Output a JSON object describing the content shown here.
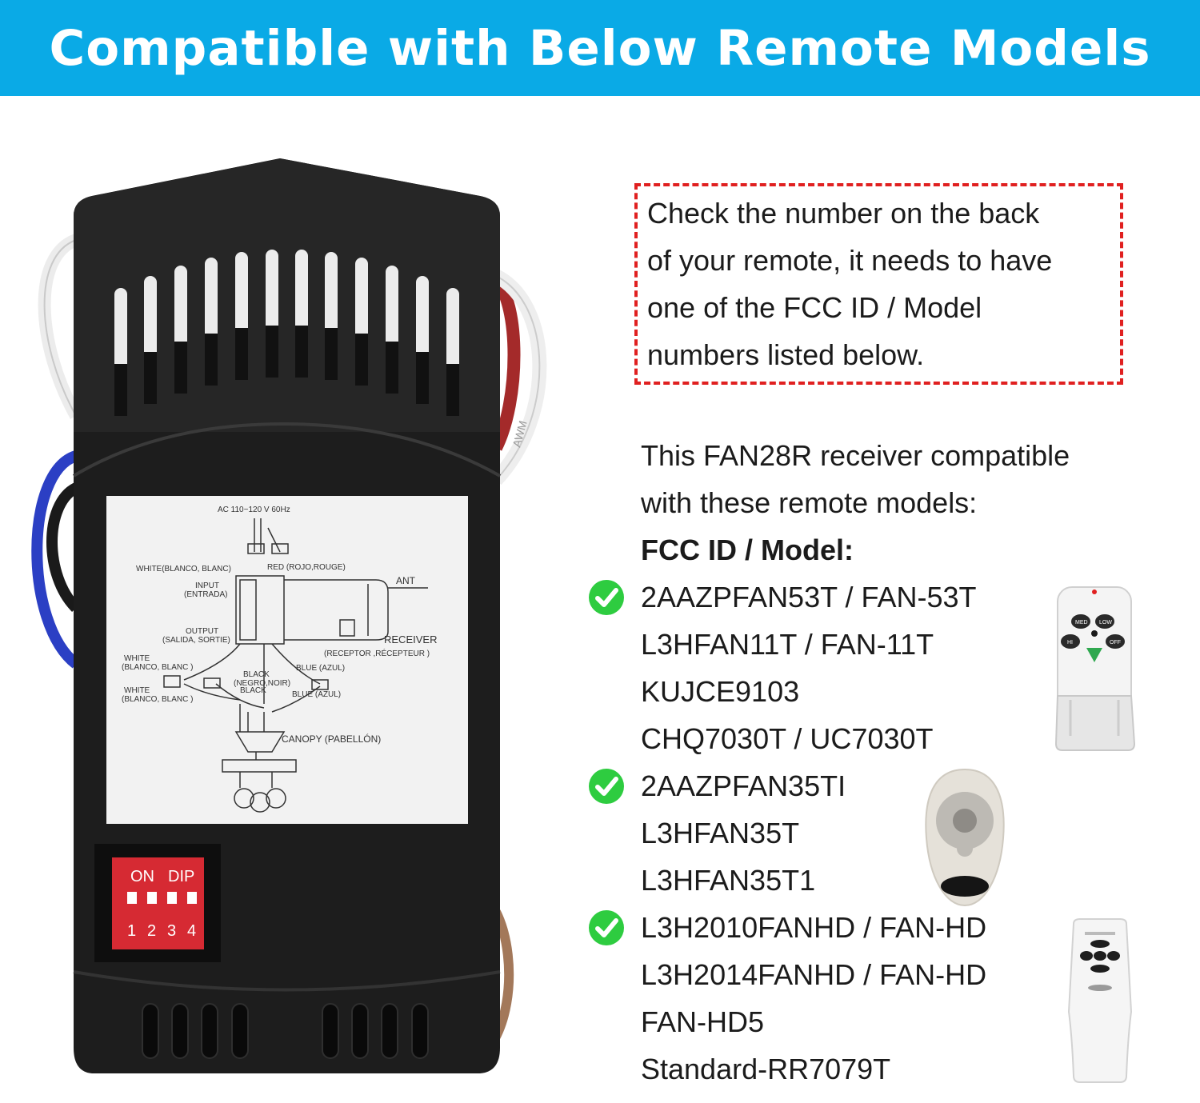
{
  "banner": {
    "title": "Compatible with Below Remote Models",
    "color": "#0aaae6"
  },
  "note": {
    "lines": [
      "Check the number on the back",
      "of your remote, it needs to have",
      "one of the FCC ID / Model",
      "numbers listed below."
    ],
    "border_color": "#e02020"
  },
  "intro": {
    "line1": "This FAN28R receiver compatible",
    "line2": "with these remote models:",
    "heading": "FCC ID / Model:"
  },
  "groups": [
    {
      "models": [
        "2AAZPFAN53T / FAN-53T",
        "L3HFAN11T / FAN-11T",
        "KUJCE9103",
        "CHQ7030T / UC7030T"
      ]
    },
    {
      "models": [
        "2AAZPFAN35TI",
        "L3HFAN35T",
        "L3HFAN35T1"
      ]
    },
    {
      "models": [
        "L3H2010FANHD / FAN-HD",
        "L3H2014FANHD / FAN-HD",
        "FAN-HD5",
        "Standard-RR7079T"
      ]
    }
  ],
  "check_color": "#2ecc40",
  "icons": {
    "check": "check-circle-icon"
  },
  "receiver_label": {
    "voltage": "AC 110~120 V 60Hz",
    "white_top": "WHITE(BLANCO, BLANC)",
    "red": "RED (ROJO,ROUGE)",
    "ant": "ANT",
    "input": "INPUT",
    "input_es": "(ENTRADA)",
    "output": "OUTPUT",
    "output_es": "(SALIDA, SORTIE)",
    "receiver": "RECEIVER",
    "receiver_es": "(RECEPTOR ,RÉCEPTEUR )",
    "white_mid": "WHITE",
    "white_mid_es": "(BLANCO, BLANC )",
    "black": "BLACK",
    "black_es": "(NEGRO,NOIR)",
    "black2": "BLACK",
    "blue1": "BLUE (AZUL)",
    "blue2": "BLUE (AZUL)",
    "white_low": "WHITE",
    "white_low_es": "(BLANCO, BLANC )",
    "canopy": "CANOPY (PABELLÓN)"
  },
  "dip": {
    "on": "ON",
    "dip": "DIP",
    "numbers": [
      "1",
      "2",
      "3",
      "4"
    ]
  },
  "wire": {
    "gauge_text": "AWM"
  },
  "remote1": {
    "buttons": [
      "MED",
      "LOW",
      "HI",
      "OFF"
    ]
  }
}
